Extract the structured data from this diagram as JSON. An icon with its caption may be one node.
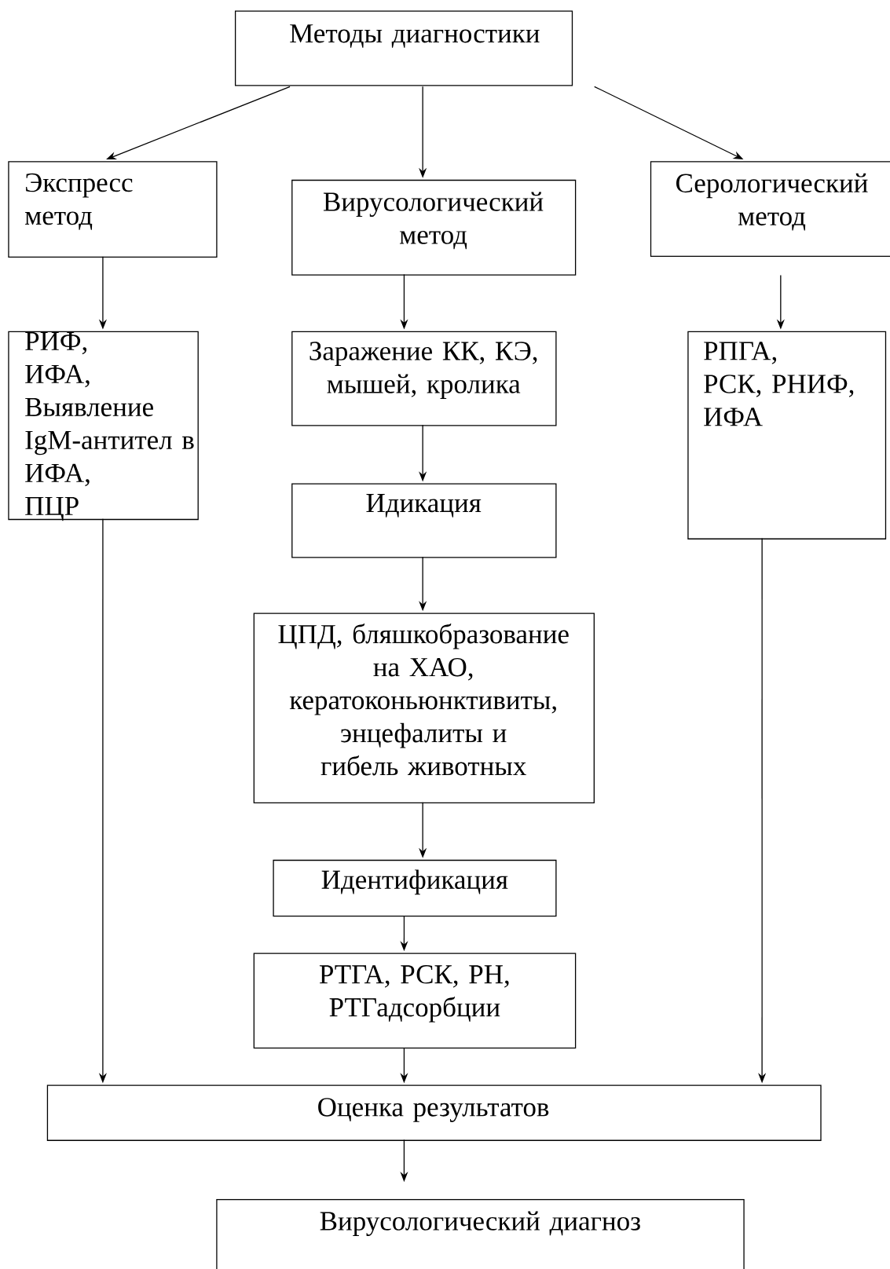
{
  "diagram": {
    "nodes": [
      {
        "text": [
          "Методы диагностики"
        ]
      },
      {
        "text": [
          "Экспресс метод"
        ]
      },
      {
        "text": [
          "Вирусологический метод"
        ]
      },
      {
        "text": [
          "Серологический метод"
        ]
      },
      {
        "text": [
          "РИФ,",
          "ИФА,",
          "Выявление IgM-антител в ИФА,",
          "ПЦР"
        ]
      },
      {
        "text": [
          "Заражение КК, КЭ, мышей, кролика"
        ]
      },
      {
        "text": [
          "Идикация"
        ]
      },
      {
        "text": [
          "ЦПД, бляшкобразование на ХАО, кератоконьюнктивиты, энцефалиты и гибель животных"
        ]
      },
      {
        "text": [
          "Идентификация"
        ]
      },
      {
        "text": [
          "РТГА, РСК, РН, РТГадсорбции"
        ]
      },
      {
        "text": [
          "РПГА,",
          "РСК, РНИФ,",
          "ИФА"
        ]
      },
      {
        "text": [
          "Оценка результатов"
        ]
      },
      {
        "text": [
          "Вирусологический диагноз"
        ]
      }
    ],
    "edges": [
      {
        "from": 0,
        "to": 1,
        "arrow": "to"
      },
      {
        "from": 0,
        "to": 2,
        "arrow": "to"
      },
      {
        "from": 0,
        "to": 3,
        "arrow": "to"
      },
      {
        "from": 1,
        "to": 4,
        "arrow": "to"
      },
      {
        "from": 2,
        "to": 5,
        "arrow": "to"
      },
      {
        "from": 3,
        "to": 10,
        "arrow": "to"
      },
      {
        "from": 5,
        "to": 6,
        "arrow": "to"
      },
      {
        "from": 6,
        "to": 7,
        "arrow": "to"
      },
      {
        "from": 7,
        "to": 8,
        "arrow": "to"
      },
      {
        "from": 8,
        "to": 9,
        "arrow": "to"
      },
      {
        "from": 4,
        "to": 11,
        "arrow": "to"
      },
      {
        "from": 9,
        "to": 11,
        "arrow": "to"
      },
      {
        "from": 10,
        "to": 11,
        "arrow": "to"
      },
      {
        "from": 11,
        "to": 12,
        "arrow": "to"
      }
    ]
  }
}
